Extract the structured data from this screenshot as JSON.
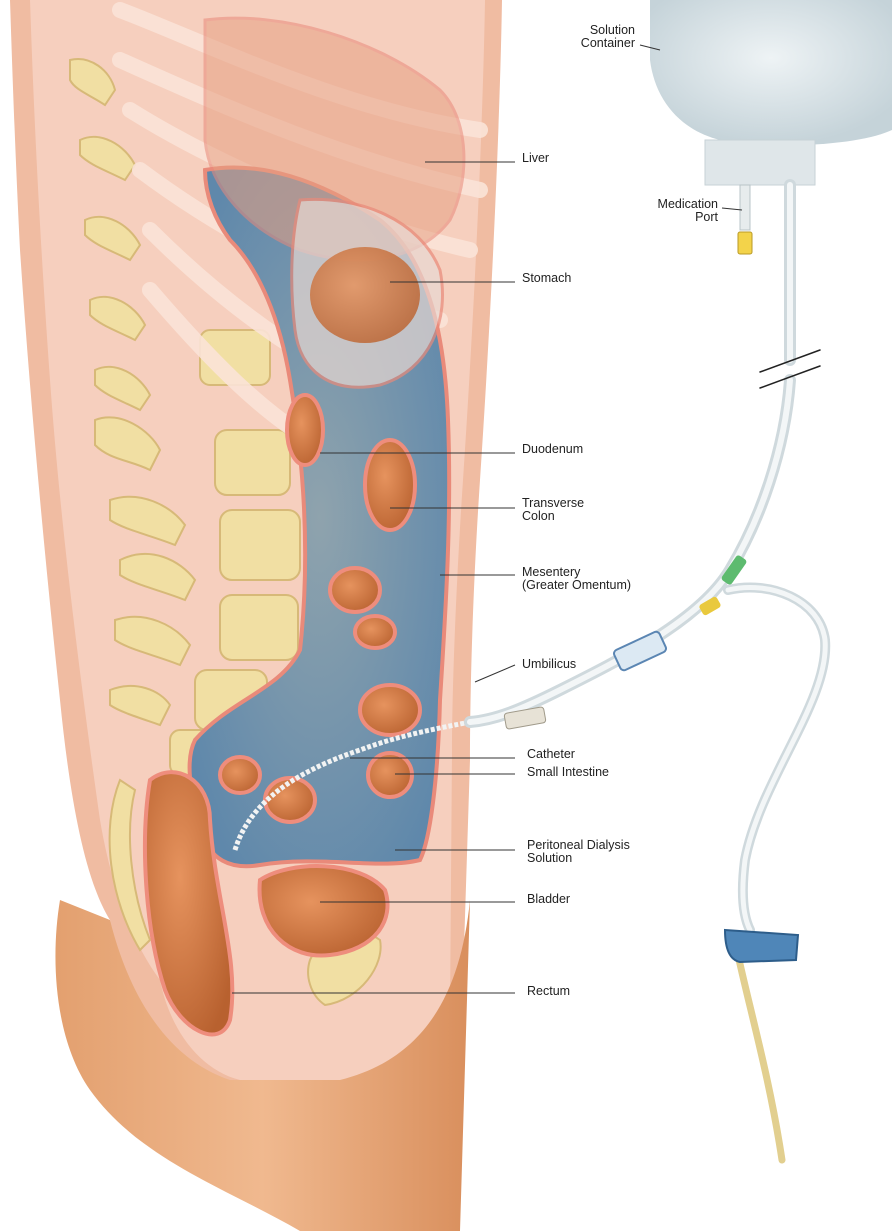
{
  "labels": {
    "solution_container": [
      "Solution",
      "Container"
    ],
    "medication_port": [
      "Medication",
      "Port"
    ],
    "liver": "Liver",
    "stomach": "Stomach",
    "duodenum": "Duodenum",
    "transverse_colon": [
      "Transverse",
      "Colon"
    ],
    "mesentery": [
      "Mesentery",
      "(Greater Omentum)"
    ],
    "umbilicus": "Umbilicus",
    "catheter": "Catheter",
    "small_intestine": "Small Intestine",
    "peritoneal_solution": [
      "Peritoneal Dialysis",
      "Solution"
    ],
    "bladder": "Bladder",
    "rectum": "Rectum"
  },
  "colors": {
    "skin": "#f3c4ab",
    "skin_outer": "#e8a07a",
    "thigh": "#e9a877",
    "cavity_fluid": "#7e9fb8",
    "organ": "#d27a4f",
    "organ_wall": "#e88a78",
    "bone": "#f2e2a8",
    "rib": "#fbe7dc",
    "bag": "#d7e1e5",
    "tube": "#e6ebee",
    "clamp": "#4f86b8",
    "drain_line": "#e9d59a",
    "leader": "#333333"
  }
}
